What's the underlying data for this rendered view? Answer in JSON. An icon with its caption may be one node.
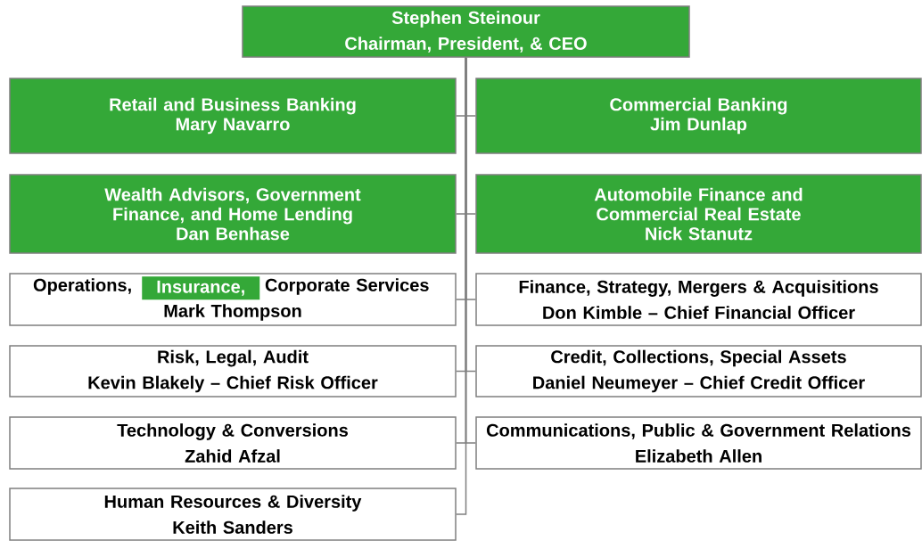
{
  "diagram": {
    "nodes": [
      {
        "text": [
          "Stephen Steinour",
          "Chairman, President, & CEO"
        ]
      },
      {
        "text": [
          "Retail and Business Banking",
          "Mary Navarro"
        ]
      },
      {
        "text": [
          "Commercial Banking",
          "Jim Dunlap"
        ]
      },
      {
        "text": [
          "Wealth Advisors, Government Finance, and Home Lending",
          "Dan Benhase"
        ]
      },
      {
        "text": [
          "Automobile Finance and Commercial Real Estate",
          "Nick Stanutz"
        ]
      },
      {
        "text": [
          "Operations,",
          "Corporate Services",
          "Mark Thompson"
        ]
      },
      {
        "text": [
          "Insurance,"
        ],
        "in": 5
      },
      {
        "text": [
          "Finance, Strategy, Mergers & Acquisitions",
          "Don Kimble – Chief Financial Officer"
        ]
      },
      {
        "text": [
          "Risk, Legal, Audit",
          "Kevin Blakely – Chief Risk Officer"
        ]
      },
      {
        "text": [
          "Credit, Collections, Special Assets",
          "Daniel Neumeyer – Chief Credit Officer"
        ]
      },
      {
        "text": [
          "Technology & Conversions",
          "Zahid Afzal"
        ]
      },
      {
        "text": [
          "Communications, Public & Government Relations",
          "Elizabeth Allen"
        ]
      },
      {
        "text": [
          "Human Resources & Diversity",
          "Keith Sanders"
        ]
      }
    ],
    "edges": [
      {
        "from": 0,
        "to": 1,
        "arrow": "none"
      },
      {
        "from": 0,
        "to": 2,
        "arrow": "none"
      },
      {
        "from": 0,
        "to": 3,
        "arrow": "none"
      },
      {
        "from": 0,
        "to": 4,
        "arrow": "none"
      },
      {
        "from": 0,
        "to": 5,
        "arrow": "none"
      },
      {
        "from": 0,
        "to": 7,
        "arrow": "none"
      },
      {
        "from": 0,
        "to": 8,
        "arrow": "none"
      },
      {
        "from": 0,
        "to": 9,
        "arrow": "none"
      },
      {
        "from": 0,
        "to": 10,
        "arrow": "none"
      },
      {
        "from": 0,
        "to": 11,
        "arrow": "none"
      },
      {
        "from": 0,
        "to": 12,
        "arrow": "none"
      }
    ]
  }
}
